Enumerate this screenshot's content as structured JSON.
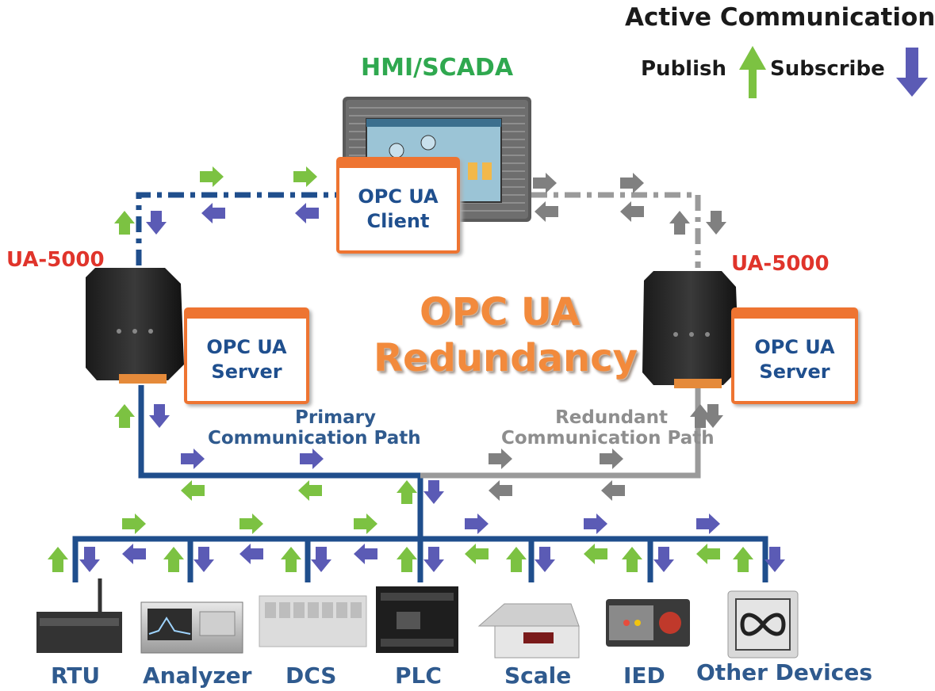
{
  "legend": {
    "title": "Active Communication",
    "publish_label": "Publish",
    "subscribe_label": "Subscribe"
  },
  "hmi": {
    "title": "HMI/SCADA"
  },
  "client_box": {
    "line1": "OPC UA",
    "line2": "Client"
  },
  "left_server": {
    "device_label": "UA-5000",
    "line1": "OPC UA",
    "line2": "Server"
  },
  "right_server": {
    "device_label": "UA-5000",
    "line1": "OPC UA",
    "line2": "Server"
  },
  "center_title": {
    "line1": "OPC UA",
    "line2": "Redundancy"
  },
  "paths": {
    "primary": {
      "line1": "Primary",
      "line2": "Communication Path"
    },
    "redundant": {
      "line1": "Redundant",
      "line2": "Communication Path"
    }
  },
  "devices": [
    {
      "label": "RTU"
    },
    {
      "label": "Analyzer"
    },
    {
      "label": "DCS"
    },
    {
      "label": "PLC"
    },
    {
      "label": "Scale"
    },
    {
      "label": "IED"
    },
    {
      "label": "Other Devices"
    }
  ],
  "colors": {
    "primary_line": "#1f4e8c",
    "redundant_line": "#9a9a9a",
    "publish_arrow": "#7cc242",
    "subscribe_arrow": "#5b5bb5",
    "redundant_arrow": "#808080",
    "box_border": "#ee7431",
    "title_green": "#2fa84f",
    "title_red": "#e0342b",
    "redundancy_orange": "#f28a3c"
  }
}
